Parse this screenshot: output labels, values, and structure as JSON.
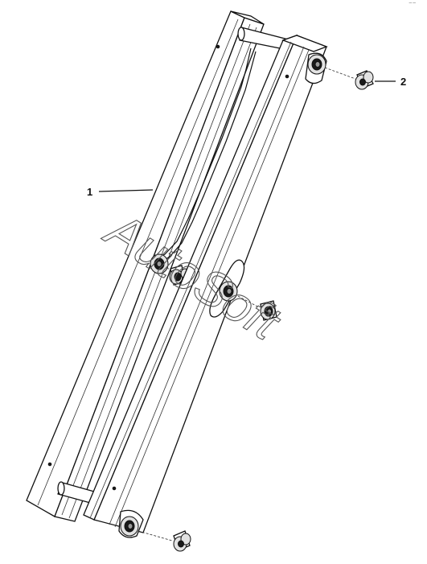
{
  "callouts": [
    {
      "id": "1",
      "label": "1"
    },
    {
      "id": "2",
      "label": "2"
    }
  ],
  "watermark": "AutoSoft",
  "corner_mark": "⁻⁻",
  "colors": {
    "line": "#111111",
    "watermark": "#555555",
    "background": "#ffffff"
  }
}
